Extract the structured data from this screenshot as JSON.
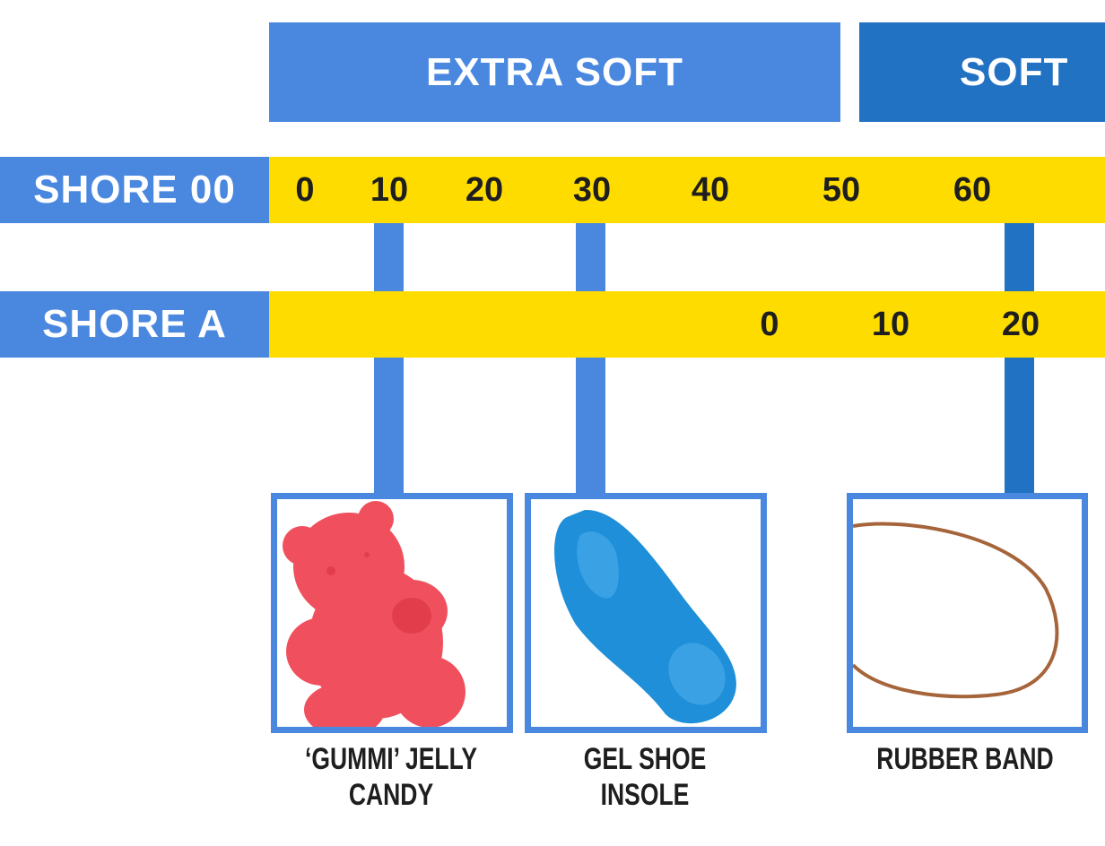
{
  "categories": {
    "extra_soft": "EXTRA SOFT",
    "soft": "SOFT"
  },
  "scales": {
    "shore00": {
      "label": "SHORE 00",
      "ticks": [
        "0",
        "10",
        "20",
        "30",
        "40",
        "50",
        "60"
      ]
    },
    "shoreA": {
      "label": "SHORE A",
      "ticks": [
        "0",
        "10",
        "20"
      ]
    }
  },
  "examples": [
    {
      "line1": "‘GUMMI’ JELLY",
      "line2": "CANDY",
      "icon": "gummy-bear"
    },
    {
      "line1": "GEL SHOE",
      "line2": "INSOLE",
      "icon": "shoe-insole"
    },
    {
      "line1": "RUBBER BAND",
      "line2": "",
      "icon": "rubber-band"
    }
  ],
  "colors": {
    "light_blue": "#4A88E0",
    "dark_blue": "#2272C3",
    "yellow": "#FFDC00",
    "text": "#1E1E1E"
  }
}
